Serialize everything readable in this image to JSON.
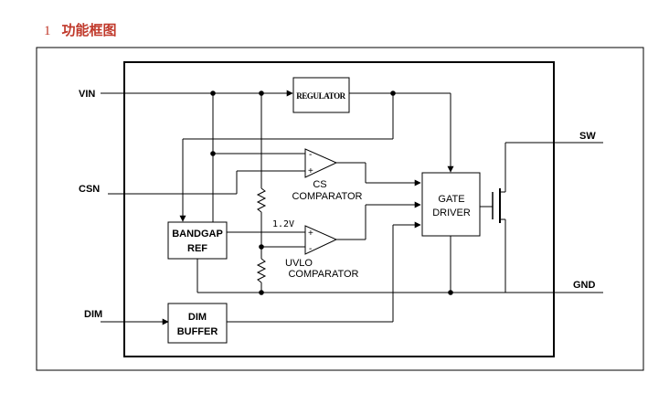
{
  "section": {
    "number": "1",
    "title": "功能框图"
  },
  "pins": {
    "vin": "VIN",
    "csn": "CSN",
    "dim": "DIM",
    "sw": "SW",
    "gnd": "GND"
  },
  "blocks": {
    "regulator": "REGULATOR",
    "bandgap_line1": "BANDGAP",
    "bandgap_line2": "REF",
    "dim_line1": "DIM",
    "dim_line2": "BUFFER",
    "gate_line1": "GATE",
    "gate_line2": "DRIVER",
    "cs_line1": "CS",
    "cs_line2": "COMPARATOR",
    "uvlo_line1": "UVLO",
    "uvlo_line2": "COMPARATOR"
  },
  "labels": {
    "voltage_ref": "1.2V",
    "plus": "+",
    "minus": "-"
  },
  "colors": {
    "heading": "#c0392b",
    "line": "#000000"
  }
}
